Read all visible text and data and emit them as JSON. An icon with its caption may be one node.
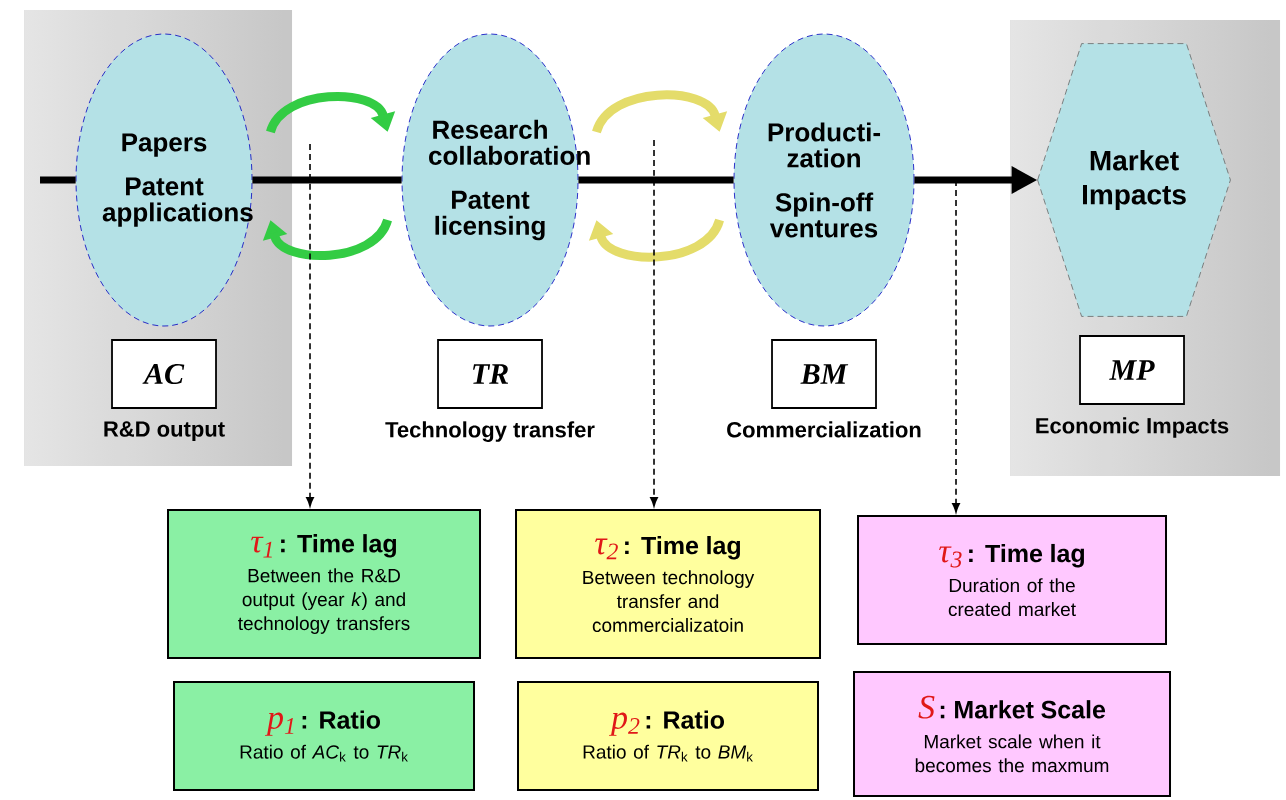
{
  "diagram": {
    "nodes": [
      {
        "text": [
          "Papers",
          "Patent applications"
        ]
      },
      {
        "text": [
          "Research collaboration",
          "Patent licensing"
        ]
      },
      {
        "text": [
          "Producti- zation",
          "Spin-off ventures"
        ]
      },
      {
        "text": [
          "Market Impacts"
        ]
      },
      {
        "text": [
          "AC"
        ],
        "beside": [
          "R&D output"
        ]
      },
      {
        "text": [
          "TR"
        ],
        "beside": [
          "Technology transfer"
        ]
      },
      {
        "text": [
          "BM"
        ],
        "beside": [
          "Commercialization"
        ]
      },
      {
        "text": [
          "MP"
        ],
        "beside": [
          "Economic Impacts"
        ]
      },
      {
        "text": [
          "τ$_{1}$",
          ": Time lag",
          "Between the R&D output (year *k*) and technology transfers"
        ]
      },
      {
        "text": [
          "p$_{1}$",
          ": Ratio",
          "Ratio of *AC*$_{k}$ to *TR*$_{k}$"
        ]
      },
      {
        "text": [
          "τ$_{2}$",
          ": Time lag",
          "Between technology transfer and commercializatoin"
        ]
      },
      {
        "text": [
          "p$_{2}$",
          ": Ratio",
          "Ratio of *TR*$_{k}$ to *BM*$_{k}$"
        ]
      },
      {
        "text": [
          "τ$_{3}$",
          ": Time lag",
          "Duration of the created market"
        ]
      },
      {
        "text": [
          "S",
          ": Market Scale",
          "Market scale when it becomes the maxmum"
        ]
      }
    ],
    "edges": [
      {
        "from": null,
        "to": 0,
        "arrow": "none"
      },
      {
        "from": 0,
        "to": 1,
        "arrow": "none"
      },
      {
        "from": 1,
        "to": 2,
        "arrow": "none"
      },
      {
        "from": 2,
        "to": 3,
        "arrow": "to"
      },
      {
        "from": 0,
        "to": 1,
        "arrow": "to",
        "color": "#33cc44"
      },
      {
        "from": 1,
        "to": 0,
        "arrow": "to",
        "color": "#33cc44"
      },
      {
        "from": 1,
        "to": 2,
        "arrow": "to",
        "color": "#e4dc6a"
      },
      {
        "from": 2,
        "to": 1,
        "arrow": "to",
        "color": "#e4dc6a"
      },
      {
        "from": null,
        "to": 8,
        "arrow": "to",
        "style": "dashed"
      },
      {
        "from": null,
        "to": 10,
        "arrow": "to",
        "style": "dashed"
      },
      {
        "from": null,
        "to": 12,
        "arrow": "to",
        "style": "dashed"
      }
    ]
  }
}
